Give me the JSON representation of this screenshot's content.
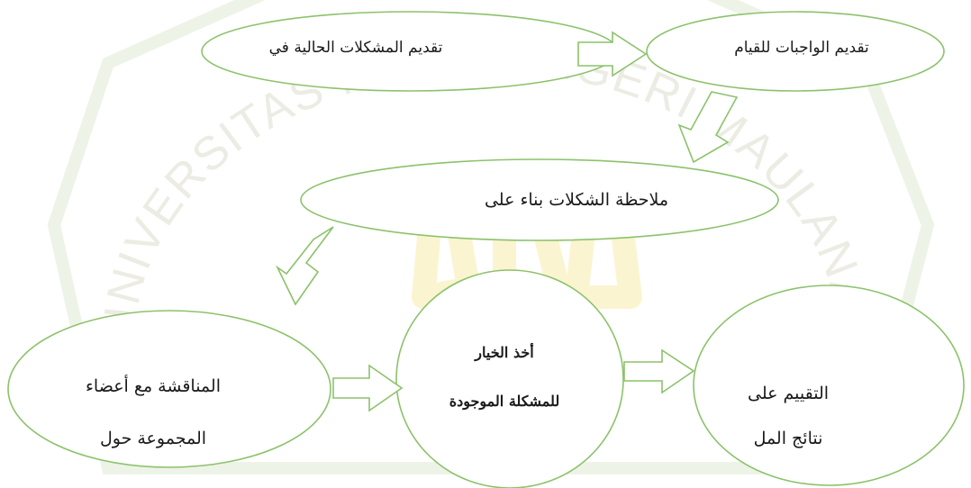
{
  "colors": {
    "stroke": "#8cc26a",
    "watermark_outline": "#eef3e7",
    "watermark_text": "#ecece4",
    "watermark_gold": "#fbf4d0",
    "text": "#1a1a1a"
  },
  "watermark": {
    "text": "UNIVERSITAS ISLAM NEGERI MAULANA MALIK IBRAHIM"
  },
  "nodes": {
    "present_problems": {
      "text": "تقديم المشكلات الحالية في"
    },
    "present_tasks": {
      "text": "تقديم الواجبات للقيام"
    },
    "observe": {
      "text": "ملاحظة الشكلات بناء على"
    },
    "discussion": {
      "line1": "المناقشة مع أعضاء",
      "line2": "المجموعة حول"
    },
    "choice": {
      "line1": "أخذ الخيار",
      "line2": "للمشكلة الموجودة"
    },
    "evaluation": {
      "line1": "التقييم على",
      "line2": "نتائج المل"
    }
  }
}
